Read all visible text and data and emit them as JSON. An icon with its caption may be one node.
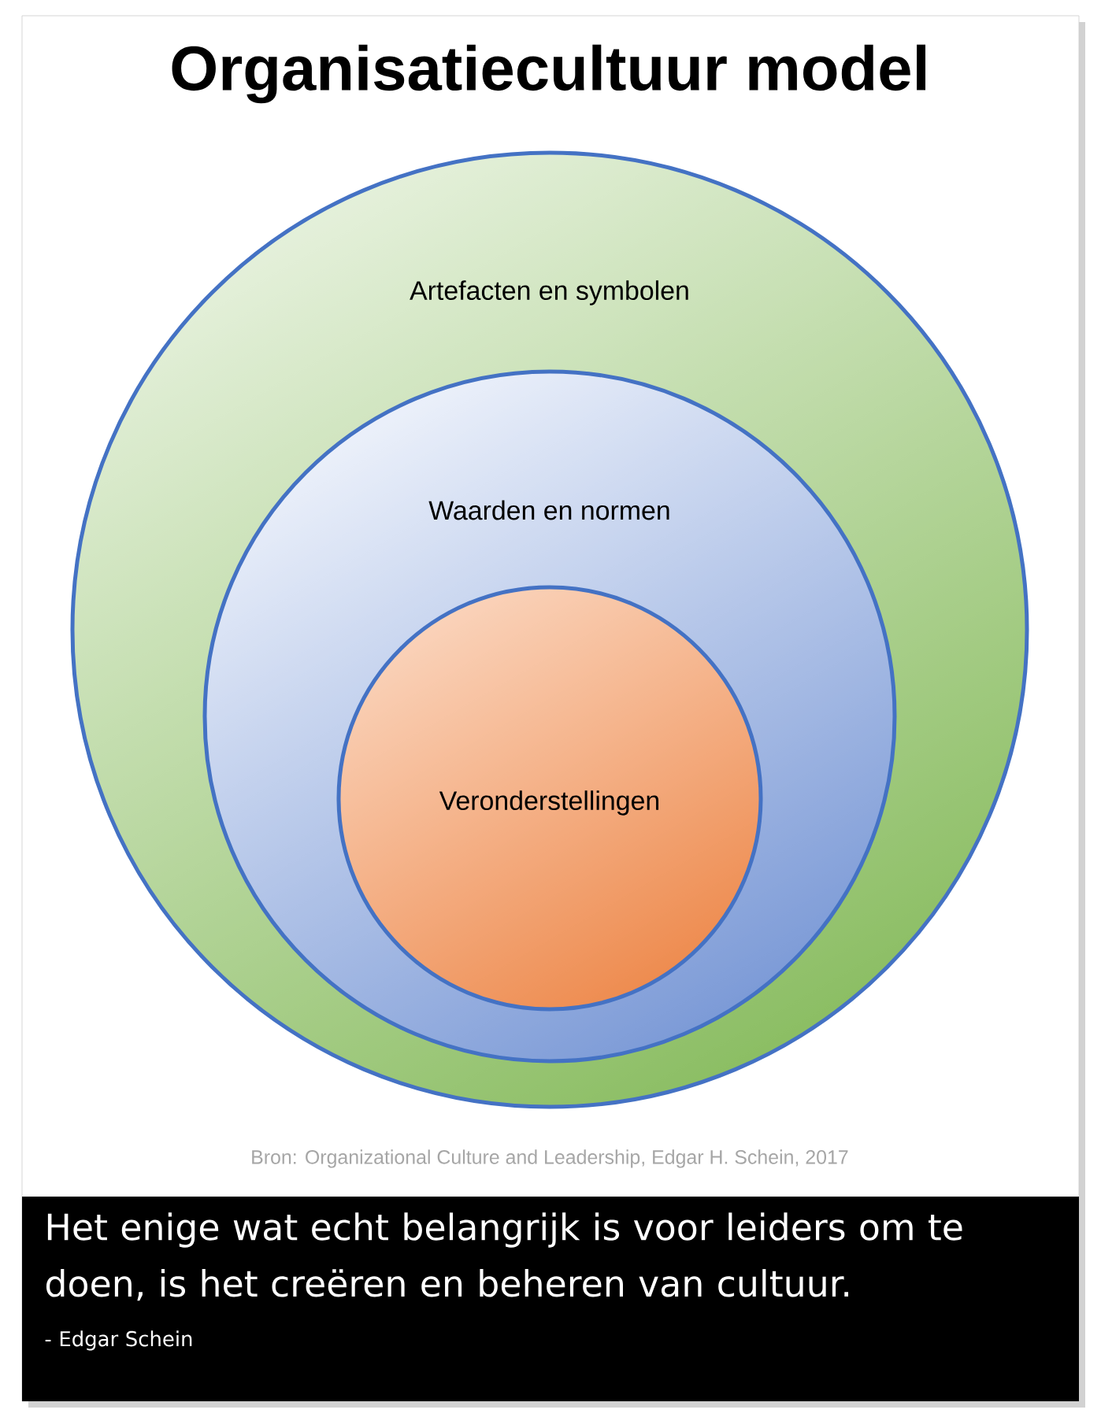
{
  "diagram": {
    "title": "Organisatiecultuur model",
    "nodes": [
      {
        "text": [
          "Artefacten en symbolen"
        ]
      },
      {
        "text": [
          "Waarden en normen"
        ],
        "in": 0
      },
      {
        "text": [
          "Veronderstellingen"
        ],
        "in": 1
      },
      {
        "text": [
          "Het enige wat echt belangrijk is voor leiders om te doen, is het creëren en beheren van cultuur.",
          "- Edgar Schein"
        ]
      }
    ],
    "edges": [],
    "labels": [
      "Bron: Organizational Culture and Leadership, Edgar H. Schein, 2017"
    ]
  }
}
